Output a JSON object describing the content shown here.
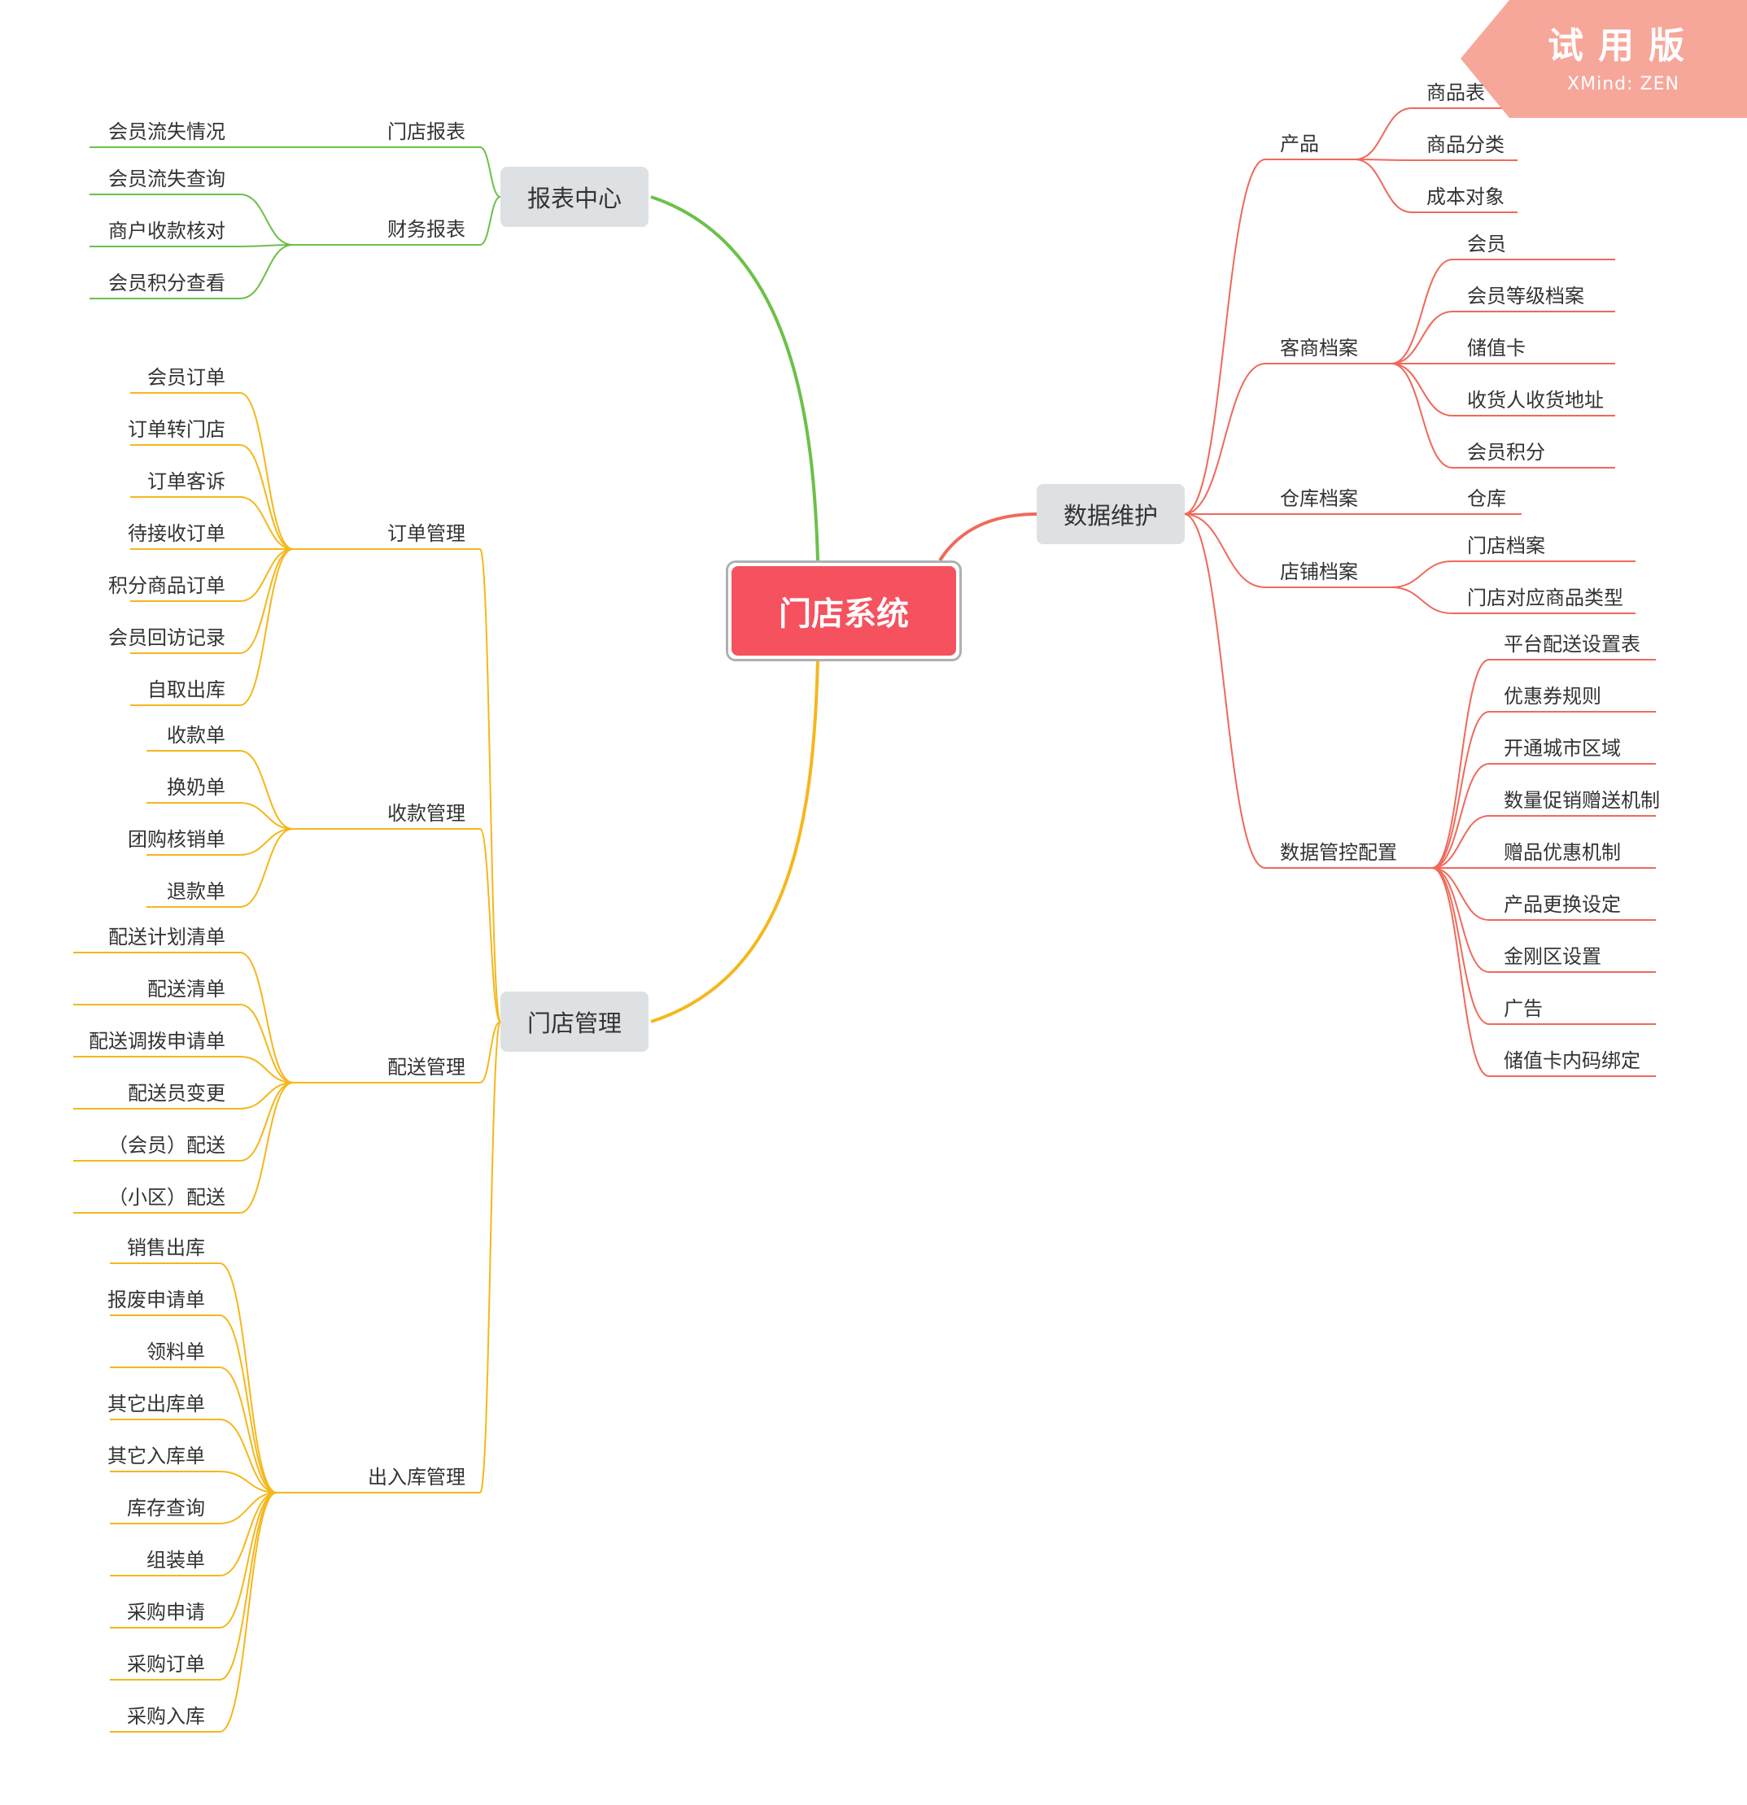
{
  "root": {
    "label": "门店系统"
  },
  "colors": {
    "report": "#6cc04a",
    "manage": "#f5b71c",
    "data": "#f0695a",
    "root_fill": "#f5515f",
    "main_fill": "#dde1e3",
    "trial_fill": "#f6a79a"
  },
  "trial_badge": {
    "title": "试用版",
    "subtitle": "XMind: ZEN"
  },
  "report_center": {
    "label": "报表中心",
    "groups": [
      {
        "label": "门店报表",
        "children": [
          "会员流失情况"
        ]
      },
      {
        "label": "财务报表",
        "children": [
          "会员流失查询",
          "商户收款核对",
          "会员积分查看"
        ]
      }
    ]
  },
  "store_management": {
    "label": "门店管理",
    "groups": [
      {
        "label": "订单管理",
        "children": [
          "会员订单",
          "订单转门店",
          "订单客诉",
          "待接收订单",
          "积分商品订单",
          "会员回访记录",
          "自取出库"
        ]
      },
      {
        "label": "收款管理",
        "children": [
          "收款单",
          "换奶单",
          "团购核销单",
          "退款单"
        ]
      },
      {
        "label": "配送管理",
        "children": [
          "配送计划清单",
          "配送清单",
          "配送调拨申请单",
          "配送员变更",
          "（会员）配送",
          "（小区）配送"
        ]
      },
      {
        "label": "出入库管理",
        "children": [
          "销售出库",
          "报废申请单",
          "领料单",
          "其它出库单",
          "其它入库单",
          "库存查询",
          "组装单",
          "采购申请",
          "采购订单",
          "采购入库"
        ]
      }
    ]
  },
  "data_maintenance": {
    "label": "数据维护",
    "groups": [
      {
        "label": "产品",
        "children": [
          "商品表",
          "商品分类",
          "成本对象"
        ]
      },
      {
        "label": "客商档案",
        "children": [
          "会员",
          "会员等级档案",
          "储值卡",
          "收货人收货地址",
          "会员积分"
        ]
      },
      {
        "label": "仓库档案",
        "children": [
          "仓库"
        ]
      },
      {
        "label": "店铺档案",
        "children": [
          "门店档案",
          "门店对应商品类型"
        ]
      },
      {
        "label": "数据管控配置",
        "children": [
          "平台配送设置表",
          "优惠券规则",
          "开通城市区域",
          "数量促销赠送机制",
          "赠品优惠机制",
          "产品更换设定",
          "金刚区设置",
          "广告",
          "储值卡内码绑定"
        ]
      }
    ]
  }
}
